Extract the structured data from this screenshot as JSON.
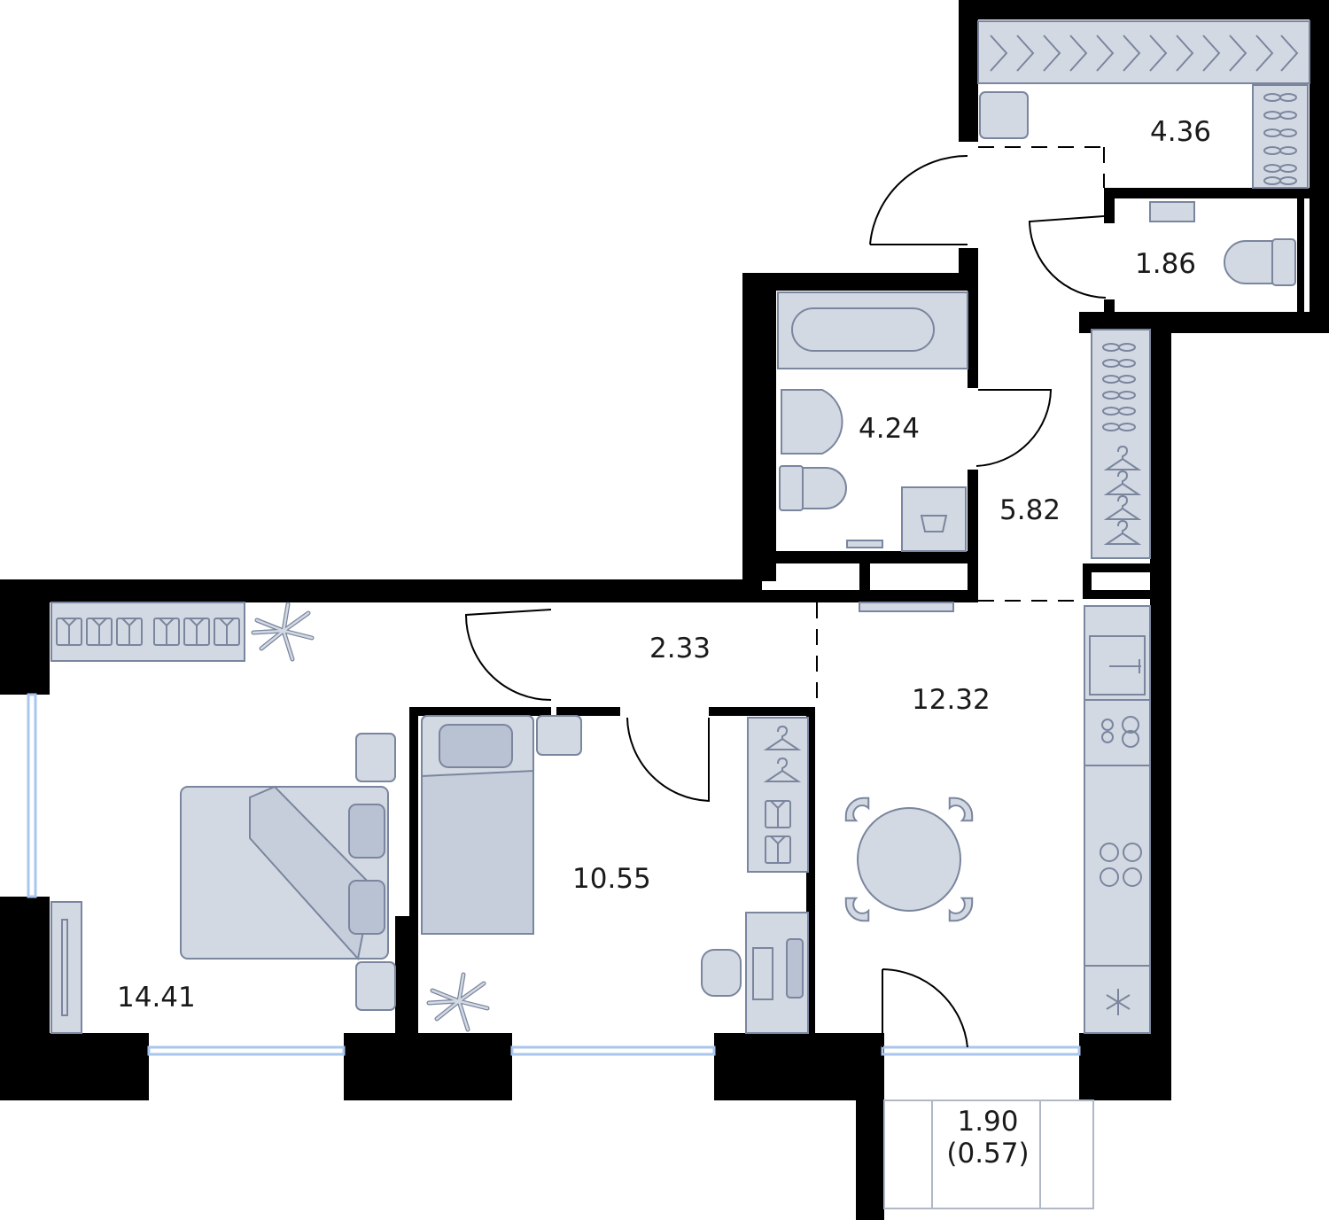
{
  "plan": {
    "colors": {
      "wall": "#000000",
      "furniture_fill": "#d3d9e3",
      "furniture_stroke": "#7a869e",
      "window": "#a9c6ee",
      "background": "#ffffff"
    },
    "rooms": [
      {
        "id": "walk-in-closet",
        "area": "4.36"
      },
      {
        "id": "toilet",
        "area": "1.86"
      },
      {
        "id": "bathroom",
        "area": "4.24"
      },
      {
        "id": "hallway",
        "area": "5.82"
      },
      {
        "id": "corridor",
        "area": "2.33"
      },
      {
        "id": "kitchen-living",
        "area": "12.32"
      },
      {
        "id": "bedroom-small",
        "area": "10.55"
      },
      {
        "id": "bedroom-main",
        "area": "14.41"
      },
      {
        "id": "balcony",
        "area": "1.90",
        "reduced_area": "(0.57)"
      }
    ],
    "icons": [
      "hanger-icon",
      "shoes-icon",
      "washbasin-icon",
      "toilet-icon",
      "bathtub-icon",
      "washing-machine-icon",
      "bed-icon",
      "plant-icon",
      "desk-icon",
      "chair-icon",
      "computer-icon",
      "dining-table-icon",
      "sink-icon",
      "stove-icon",
      "fridge-icon",
      "tv-icon"
    ]
  }
}
